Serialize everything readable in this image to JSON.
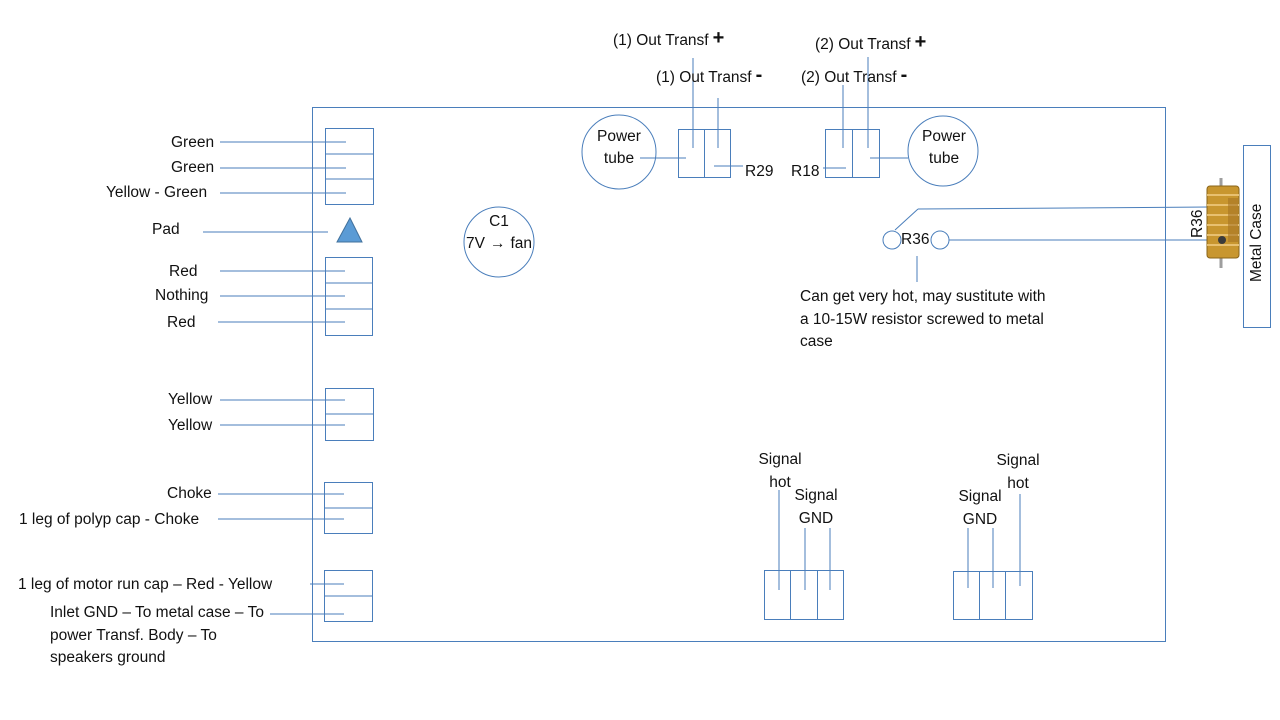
{
  "colors": {
    "line": "#4a7ebb",
    "triangle": "#5b9bd5",
    "text": "#111111",
    "resistor_gold": "#c8962f"
  },
  "left_labels": {
    "green_1": "Green",
    "green_2": "Green",
    "yellow_green": "Yellow - Green",
    "pad": "Pad",
    "red_1": "Red",
    "nothing": "Nothing",
    "red_2": "Red",
    "yellow_1": "Yellow",
    "yellow_2": "Yellow",
    "choke": "Choke",
    "polyp_cap": "1 leg of polyp cap - Choke",
    "motor_run_cap": "1 leg of motor run cap – Red - Yellow",
    "inlet_gnd": "Inlet GND – To metal case – To power Transf. Body – To speakers ground"
  },
  "top_labels": {
    "out1_plus": "(1) Out Transf",
    "out1_minus": "(1) Out Transf",
    "out2_plus": "(2) Out Transf",
    "out2_minus": "(2) Out Transf",
    "plus_sign": "+",
    "minus_sign": "-"
  },
  "components": {
    "power_tube_left": "Power tube",
    "power_tube_right": "Power tube",
    "r29": "R29",
    "r18": "R18",
    "c1_name": "C1",
    "c1_v": "7V",
    "c1_arrow": "→",
    "c1_fan": "fan",
    "r36_board": "R36",
    "r36_external": "R36",
    "metal_case": "Metal Case"
  },
  "notes": {
    "r36_note": "Can get very hot, may sustitute with a 10-15W resistor screwed to metal case"
  },
  "signal_labels": {
    "left_hot": "Signal hot",
    "left_gnd": "Signal GND",
    "right_gnd": "Signal GND",
    "right_hot": "Signal hot"
  }
}
